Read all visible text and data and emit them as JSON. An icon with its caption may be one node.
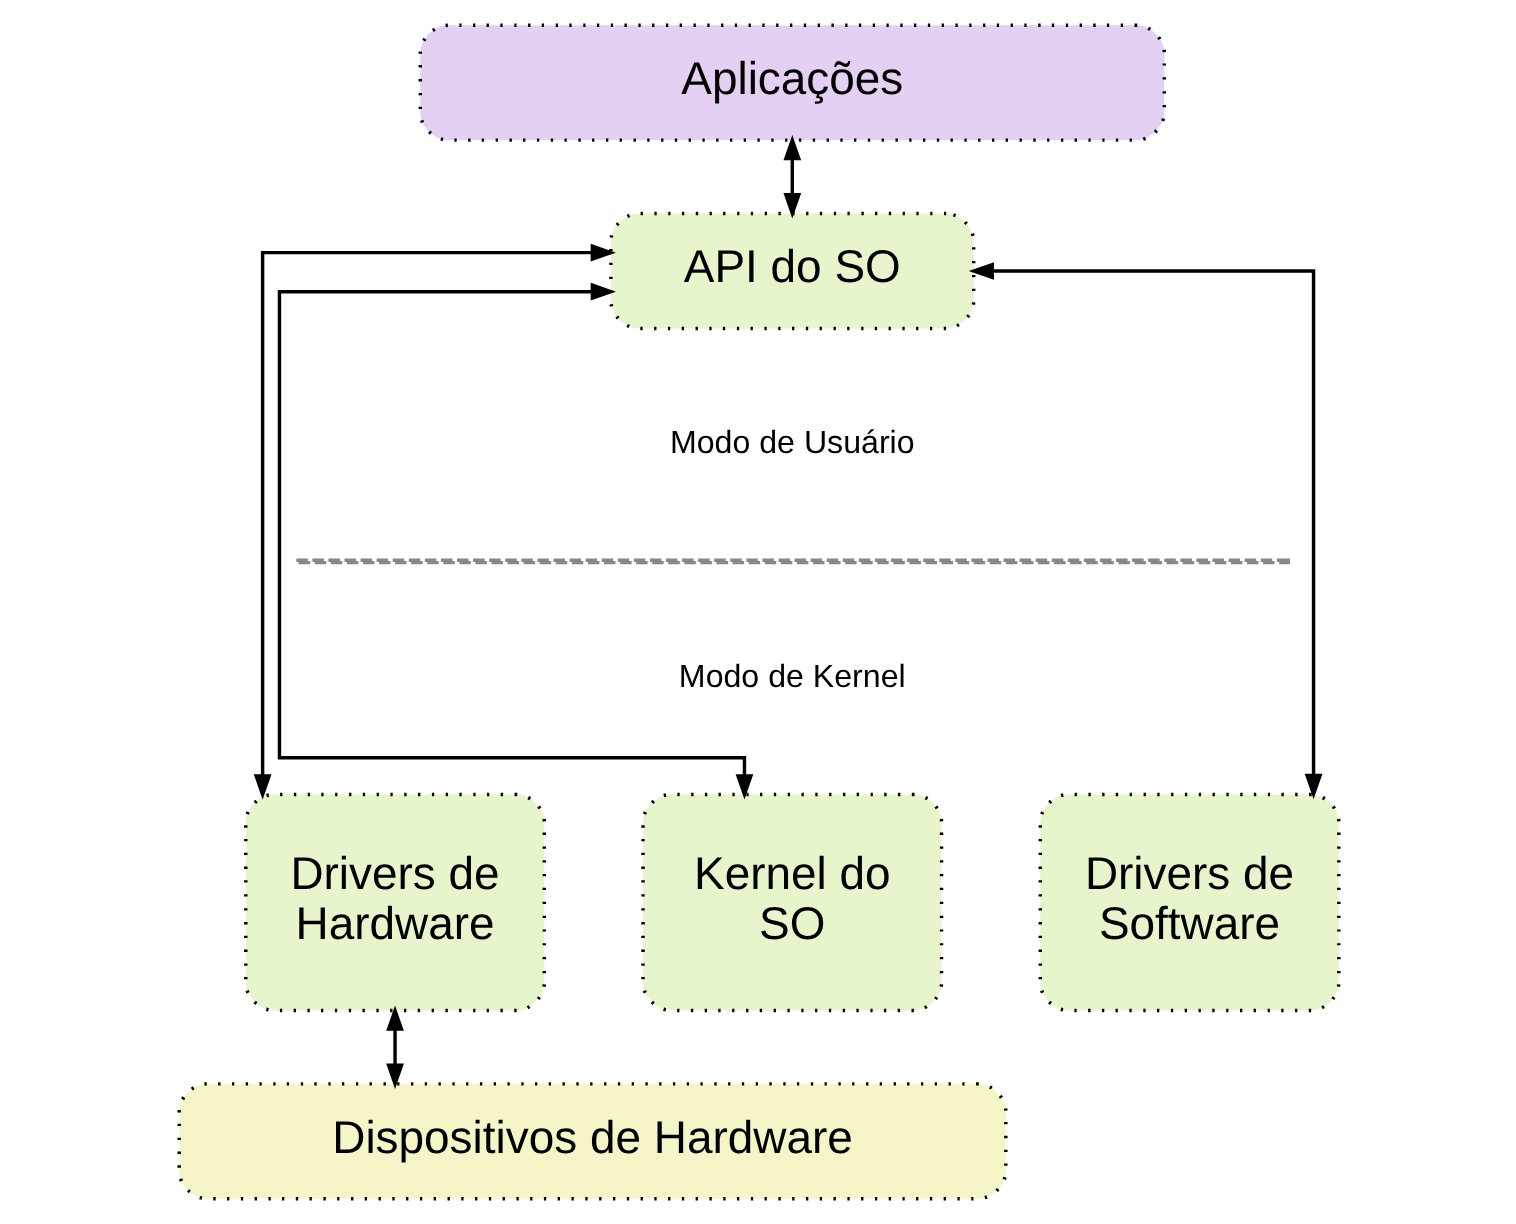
{
  "diagram": {
    "nodes": [
      {
        "text": [
          "Aplicações"
        ]
      },
      {
        "text": [
          "API do SO"
        ]
      },
      {
        "text": [
          "Drivers de Hardware"
        ]
      },
      {
        "text": [
          "Kernel do SO"
        ]
      },
      {
        "text": [
          "Drivers de Software"
        ]
      },
      {
        "text": [
          "Dispositivos de Hardware"
        ]
      }
    ],
    "edges": [
      {
        "from": 0,
        "to": 1,
        "arrow": "both"
      },
      {
        "from": 1,
        "to": 2,
        "arrow": "both"
      },
      {
        "from": 1,
        "to": 3,
        "arrow": "both"
      },
      {
        "from": 1,
        "to": 4,
        "arrow": "both"
      },
      {
        "from": 2,
        "to": 5,
        "arrow": "both"
      }
    ],
    "labels": [
      "Modo de Usuário",
      "Modo de Kernel"
    ]
  }
}
